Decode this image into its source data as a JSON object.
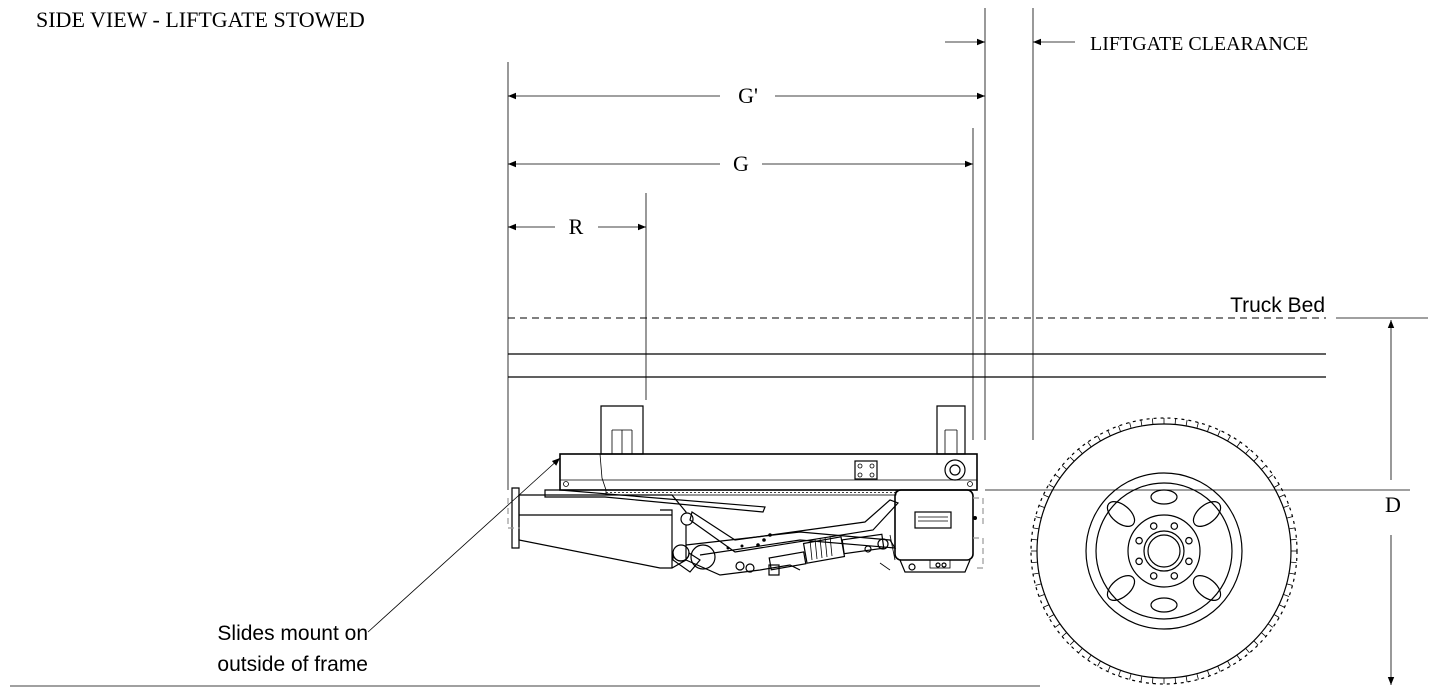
{
  "title": "SIDE VIEW - LIFTGATE STOWED",
  "labels": {
    "liftgate_clearance": "LIFTGATE CLEARANCE",
    "g_prime": "G'",
    "g": "G",
    "r": "R",
    "d": "D",
    "truck_bed": "Truck Bed",
    "callout_line1": "Slides mount on",
    "callout_line2": "outside of frame"
  },
  "colors": {
    "ink": "#000000",
    "background": "#ffffff",
    "hidden_line": "#999999"
  }
}
